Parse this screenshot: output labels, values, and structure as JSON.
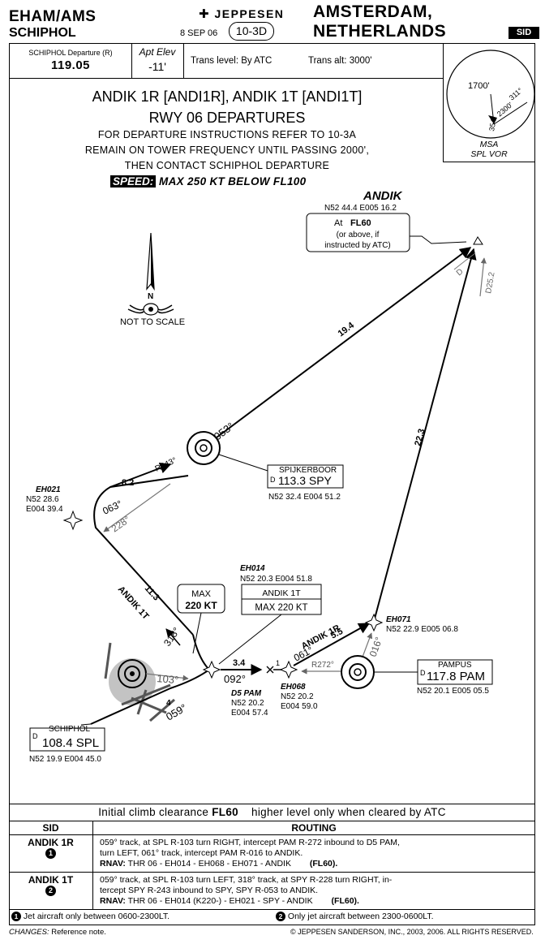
{
  "header": {
    "icao": "EHAM/AMS",
    "airport": "SCHIPHOL",
    "brand": "JEPPESEN",
    "city": "AMSTERDAM, NETHERLANDS",
    "date": "8 SEP 06",
    "chart_no": "10-3D",
    "type_badge": "SID"
  },
  "info_bar": {
    "dep_label": "SCHIPHOL Departure (R)",
    "dep_freq": "119.05",
    "elev_label": "Apt Elev",
    "elev_value": "-11'",
    "trans_level": "Trans level: By ATC",
    "trans_alt": "Trans alt: 3000'"
  },
  "msa": {
    "alt": "1700'",
    "brg1": "311°",
    "brg2": "2300'",
    "brg3": "354°",
    "label1": "MSA",
    "label2": "SPL VOR"
  },
  "title": {
    "line1": "ANDIK 1R [ANDI1R], ANDIK 1T [ANDI1T]",
    "line2": "RWY 06 DEPARTURES",
    "line3": "FOR DEPARTURE INSTRUCTIONS REFER TO 10-3A",
    "line4": "REMAIN ON TOWER FREQUENCY UNTIL PASSING 2000',",
    "line5": "THEN CONTACT SCHIPHOL DEPARTURE",
    "speed_tag": "SPEED:",
    "speed_text": "MAX 250 KT BELOW FL100"
  },
  "chart": {
    "not_to_scale": "NOT TO SCALE",
    "north": "N",
    "andik": {
      "name": "ANDIK",
      "coord": "N52 44.4 E005 16.2",
      "note1": "At FL60",
      "note2": "(or above, if",
      "note3": "instructed by ATC)",
      "fl": "FL60",
      "at": "At",
      "d_label": "D",
      "d_dist": "D25.2"
    },
    "eh021": {
      "name": "EH021",
      "lat": "N52 28.6",
      "lon": "E004 39.4"
    },
    "spy": {
      "name": "SPIJKERBOOR",
      "freq": "113.3 SPY",
      "coord": "N52 32.4 E004 51.2",
      "d": "D"
    },
    "eh014": {
      "name": "EH014",
      "coord": "N52 20.3 E004 51.8"
    },
    "max1": {
      "l1": "MAX",
      "l2": "220 KT"
    },
    "andik1t_box": {
      "l1": "ANDIK 1T",
      "l2": "MAX 220 KT"
    },
    "d5pam": {
      "name": "D5 PAM",
      "lat": "N52 20.2",
      "lon": "E004 57.4"
    },
    "eh068": {
      "name": "EH068",
      "lat": "N52 20.2",
      "lon": "E004 59.0"
    },
    "eh071": {
      "name": "EH071",
      "coord": "N52 22.9 E005 06.8"
    },
    "pam": {
      "name": "PAMPUS",
      "freq": "117.8 PAM",
      "coord": "N52 20.1 E005 05.5",
      "d": "D"
    },
    "spl": {
      "name": "SCHIPHOL",
      "freq": "108.4 SPL",
      "coord": "N52 19.9 E004 45.0",
      "d": "D"
    },
    "legs": {
      "l194": "19.4",
      "l223": "22.3",
      "b053": "053°",
      "r243": "R243°",
      "d82": "8.2",
      "b063": "063°",
      "b228": "228°",
      "d113": "11.3",
      "andik1t": "ANDIK 1T",
      "b318": "318°",
      "b103": "103°",
      "d34": "3.4",
      "b092": "092°",
      "d1": "1",
      "d4": "4",
      "b059": "059°",
      "andik1r": "ANDIK 1R",
      "b061": "061°",
      "d55": "5.5",
      "b016": "016°",
      "r272": "R272°"
    }
  },
  "clearance": {
    "pre": "Initial climb clearance",
    "fl": "FL60",
    "post": "higher level only when cleared by ATC"
  },
  "table": {
    "col_sid": "SID",
    "col_routing": "ROUTING",
    "rows": [
      {
        "sid": "ANDIK 1R",
        "note": "1",
        "line1": "059° track, at SPL R-103 turn RIGHT, intercept PAM R-272 inbound to D5 PAM,",
        "line2": "turn LEFT, 061° track, intercept PAM R-016 to ANDIK.",
        "rnav_label": "RNAV:",
        "rnav": "THR 06 - EH014 - EH068 - EH071 - ANDIK",
        "fl": "(FL60)."
      },
      {
        "sid": "ANDIK 1T",
        "note": "2",
        "line1": "059° track, at SPL R-103 turn LEFT, 318° track, at SPY R-228 turn RIGHT, in-",
        "line2": "tercept SPY R-243 inbound to SPY, SPY R-053 to ANDIK.",
        "rnav_label": "RNAV:",
        "rnav": "THR 06 - EH014 (K220-) - EH021 - SPY - ANDIK",
        "fl": "(FL60)."
      }
    ]
  },
  "notes": {
    "n1_num": "1",
    "n1": "Jet aircraft only between 0600-2300LT.",
    "n2_num": "2",
    "n2": "Only jet aircraft between 2300-0600LT."
  },
  "footer": {
    "changes_label": "CHANGES:",
    "changes": "Reference note.",
    "copyright": "© JEPPESEN SANDERSON, INC., 2003, 2006. ALL RIGHTS RESERVED."
  }
}
